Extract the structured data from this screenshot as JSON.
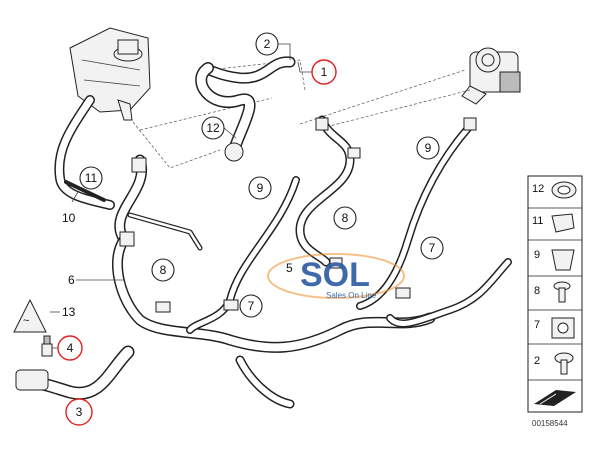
{
  "callouts": [
    {
      "id": "c2",
      "label": "2"
    },
    {
      "id": "c1",
      "label": "1"
    },
    {
      "id": "c12",
      "label": "12"
    },
    {
      "id": "c11",
      "label": "11"
    },
    {
      "id": "c9a",
      "label": "9"
    },
    {
      "id": "c9b",
      "label": "9"
    },
    {
      "id": "c8a",
      "label": "8"
    },
    {
      "id": "c8b",
      "label": "8"
    },
    {
      "id": "c7a",
      "label": "7"
    },
    {
      "id": "c7b",
      "label": "7"
    },
    {
      "id": "c4",
      "label": "4"
    },
    {
      "id": "c3",
      "label": "3"
    }
  ],
  "plain_labels": {
    "l10": "10",
    "l6": "6",
    "l13": "13",
    "l5": "5"
  },
  "legend": {
    "items": [
      {
        "num": "12"
      },
      {
        "num": "11"
      },
      {
        "num": "9"
      },
      {
        "num": "8"
      },
      {
        "num": "7"
      },
      {
        "num": "2"
      }
    ]
  },
  "logo": {
    "text": "SOL",
    "subtitle": "Sales On Line"
  },
  "doc_id": "00158544",
  "colors": {
    "highlight": "#e02020",
    "logo_blue": "#2b5aa0",
    "logo_orange": "#f08a24"
  }
}
